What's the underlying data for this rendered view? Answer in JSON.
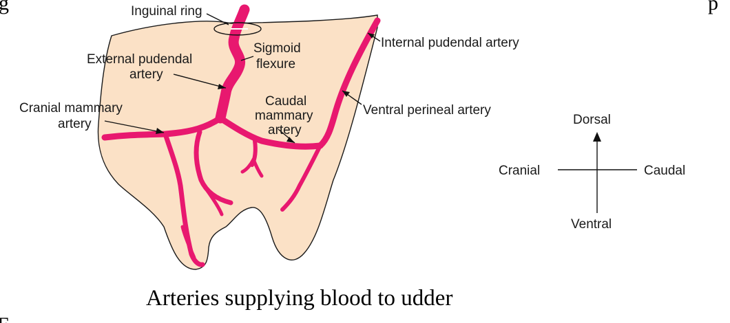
{
  "colors": {
    "udder_fill": "#fbe1c6",
    "artery": "#e8186f",
    "text": "#1a1a1a"
  },
  "labels": {
    "inguinal_ring": "Inguinal ring",
    "sigmoid_line1": "Sigmoid",
    "sigmoid_line2": "flexure",
    "external_pudendal_line1": "External pudendal",
    "external_pudendal_line2": "artery",
    "cranial_mammary_line1": "Cranial mammary",
    "cranial_mammary_line2": "artery",
    "caudal_mammary_line1": "Caudal",
    "caudal_mammary_line2": "mammary",
    "caudal_mammary_line3": "artery",
    "internal_pudendal": "Internal pudendal artery",
    "ventral_perineal": "Ventral perineal artery"
  },
  "orientation": {
    "dorsal": "Dorsal",
    "ventral": "Ventral",
    "cranial": "Cranial",
    "caudal": "Caudal"
  },
  "caption": "Arteries supplying blood to udder"
}
